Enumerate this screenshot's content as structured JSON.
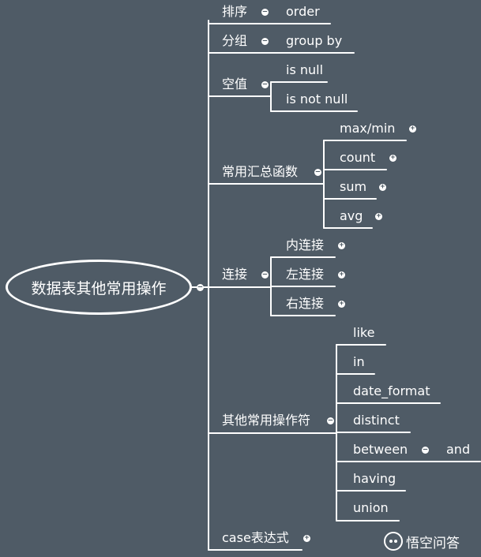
{
  "root": {
    "label": "数据表其他常用操作"
  },
  "branches": [
    {
      "label": "排序",
      "toggle": "minus",
      "children": [
        {
          "label": "order"
        }
      ]
    },
    {
      "label": "分组",
      "toggle": "minus",
      "children": [
        {
          "label": "group by"
        }
      ]
    },
    {
      "label": "空值",
      "toggle": "minus",
      "children": [
        {
          "label": "is null"
        },
        {
          "label": "is not null"
        }
      ]
    },
    {
      "label": "常用汇总函数",
      "toggle": "minus",
      "children": [
        {
          "label": "max/min",
          "toggle": "plus"
        },
        {
          "label": "count",
          "toggle": "plus"
        },
        {
          "label": "sum",
          "toggle": "plus"
        },
        {
          "label": "avg",
          "toggle": "plus"
        }
      ]
    },
    {
      "label": "连接",
      "toggle": "minus",
      "children": [
        {
          "label": "内连接",
          "toggle": "plus"
        },
        {
          "label": "左连接",
          "toggle": "plus"
        },
        {
          "label": "右连接",
          "toggle": "plus"
        }
      ]
    },
    {
      "label": "其他常用操作符",
      "toggle": "minus",
      "children": [
        {
          "label": "like"
        },
        {
          "label": "in"
        },
        {
          "label": "date_format"
        },
        {
          "label": "distinct"
        },
        {
          "label": "between",
          "toggle": "minus",
          "children": [
            {
              "label": "and"
            }
          ]
        },
        {
          "label": "having"
        },
        {
          "label": "union"
        }
      ]
    },
    {
      "label": "case表达式",
      "toggle": "plus",
      "children": []
    }
  ],
  "watermark": {
    "text": "悟空问答",
    "icon": "wukong-logo-icon"
  },
  "colors": {
    "background": "#4f5b66",
    "line": "#ffffff",
    "text": "#ffffff"
  }
}
